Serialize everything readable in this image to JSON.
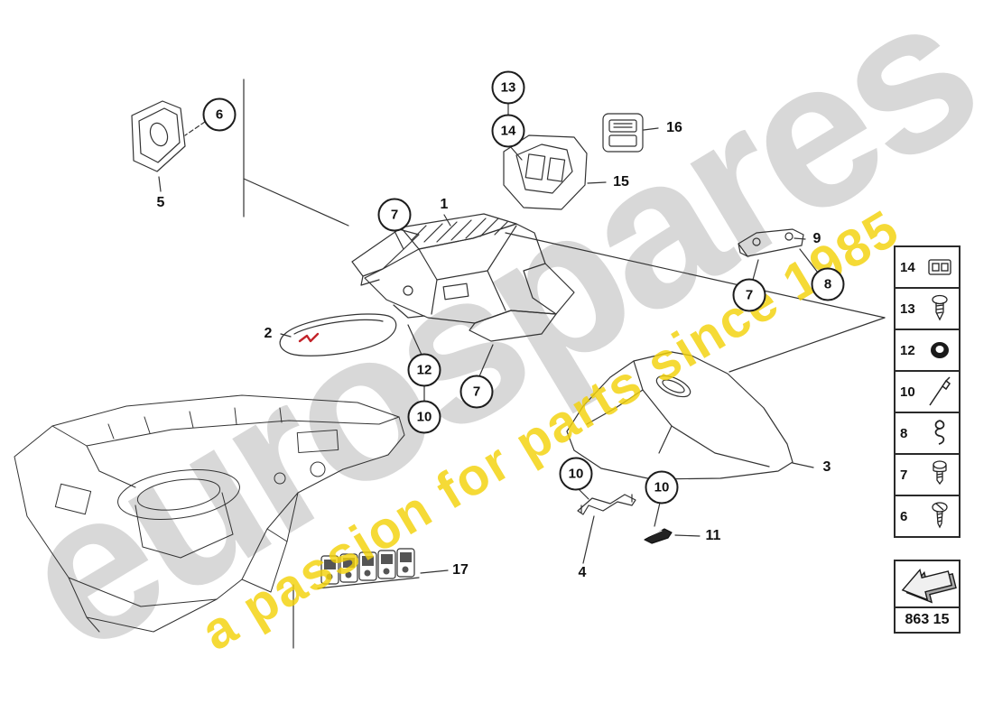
{
  "watermark": {
    "brand": "eurospares",
    "tagline": "a passion for parts since 1985"
  },
  "callouts": [
    {
      "label": "6",
      "type": "circle"
    },
    {
      "label": "5",
      "type": "plain"
    },
    {
      "label": "13",
      "type": "circle"
    },
    {
      "label": "14",
      "type": "circle"
    },
    {
      "label": "16",
      "type": "plain"
    },
    {
      "label": "15",
      "type": "plain"
    },
    {
      "label": "7",
      "type": "circle"
    },
    {
      "label": "1",
      "type": "plain"
    },
    {
      "label": "9",
      "type": "plain"
    },
    {
      "label": "8",
      "type": "circle"
    },
    {
      "label": "7",
      "type": "circle"
    },
    {
      "label": "2",
      "type": "plain"
    },
    {
      "label": "12",
      "type": "circle"
    },
    {
      "label": "10",
      "type": "circle"
    },
    {
      "label": "7",
      "type": "circle"
    },
    {
      "label": "3",
      "type": "plain"
    },
    {
      "label": "10",
      "type": "circle"
    },
    {
      "label": "10",
      "type": "circle"
    },
    {
      "label": "11",
      "type": "plain"
    },
    {
      "label": "4",
      "type": "plain"
    },
    {
      "label": "17",
      "type": "plain"
    }
  ],
  "sidebar": {
    "items": [
      {
        "label": "14",
        "icon": "switch-block"
      },
      {
        "label": "13",
        "icon": "screw-washer"
      },
      {
        "label": "12",
        "icon": "grommet"
      },
      {
        "label": "10",
        "icon": "rivet-pin"
      },
      {
        "label": "8",
        "icon": "spring-clip"
      },
      {
        "label": "7",
        "icon": "bolt"
      },
      {
        "label": "6",
        "icon": "screw"
      }
    ]
  },
  "footer": {
    "part_code": "863 15",
    "arrow_icon": "direction-arrow"
  },
  "accent_colors": {
    "watermark_yellow": "#f3d20a",
    "emblem_red": "#c3242a",
    "line": "#333333"
  }
}
